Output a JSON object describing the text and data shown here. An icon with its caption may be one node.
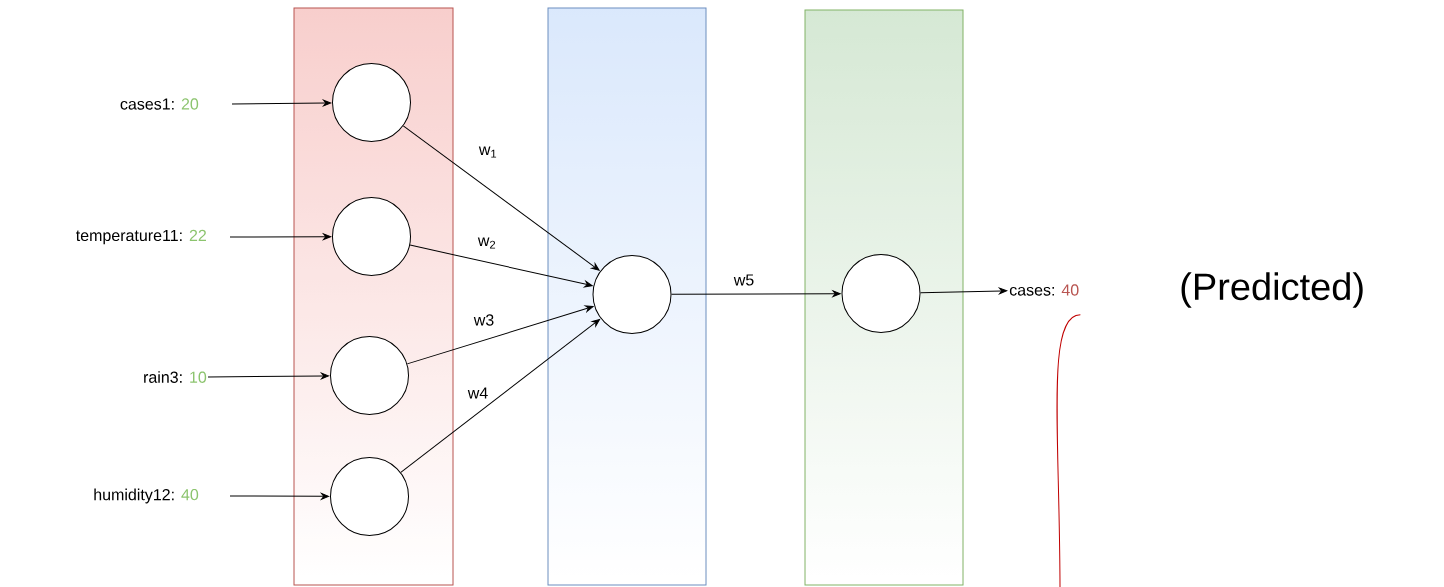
{
  "diagram": {
    "nodes": [
      {
        "text": [
          "cases1:",
          "20"
        ]
      },
      {
        "text": [
          "temperature11:",
          "22"
        ]
      },
      {
        "text": [
          "rain3:",
          "10"
        ]
      },
      {
        "text": [
          "humidity12:",
          "40"
        ]
      },
      {
        "text": [],
        "shape": "box"
      },
      {
        "text": [],
        "shape": "circle",
        "in": 4
      },
      {
        "text": [],
        "shape": "circle",
        "in": 4
      },
      {
        "text": [],
        "shape": "circle",
        "in": 4
      },
      {
        "text": [],
        "shape": "circle",
        "in": 4
      },
      {
        "text": [],
        "shape": "box"
      },
      {
        "text": [],
        "shape": "circle",
        "in": 9
      },
      {
        "text": [],
        "shape": "box"
      },
      {
        "text": [],
        "shape": "circle",
        "in": 11
      },
      {
        "text": [
          "cases:",
          "40"
        ]
      }
    ],
    "edges": [
      {
        "from": 0,
        "to": 5,
        "arrow": "to"
      },
      {
        "from": 1,
        "to": 6,
        "arrow": "to"
      },
      {
        "from": 2,
        "to": 7,
        "arrow": "to"
      },
      {
        "from": 3,
        "to": 8,
        "arrow": "to"
      },
      {
        "from": 5,
        "to": 10,
        "arrow": "to",
        "label": "w$_{1}$"
      },
      {
        "from": 6,
        "to": 10,
        "arrow": "to",
        "label": "w$_{2}$"
      },
      {
        "from": 7,
        "to": 10,
        "arrow": "to",
        "label": "w3"
      },
      {
        "from": 8,
        "to": 10,
        "arrow": "to",
        "label": "w4"
      },
      {
        "from": 10,
        "to": 12,
        "arrow": "to",
        "label": "w5"
      },
      {
        "from": 12,
        "to": 13,
        "arrow": "to"
      },
      {
        "from": 13,
        "to": null,
        "arrow": "none",
        "color": "#c00000"
      }
    ],
    "labels": [
      "(Predicted)"
    ]
  }
}
